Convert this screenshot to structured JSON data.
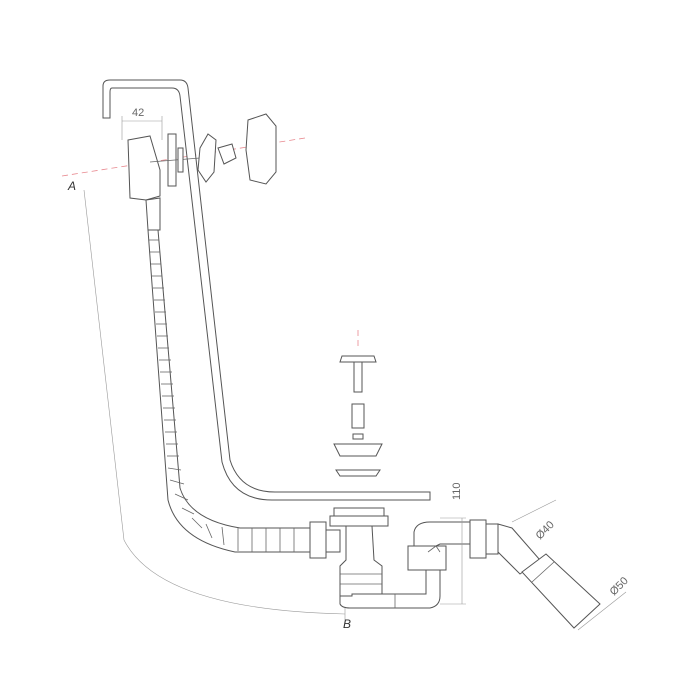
{
  "points": {
    "a": "A",
    "b": "B"
  },
  "dimensions": {
    "overflow_width": "42",
    "trap_height": "110",
    "outlet_inner": "Ø40",
    "outlet_outer": "Ø50"
  },
  "colors": {
    "line": "#555555",
    "centerline": "#e8888f",
    "dimension": "#999999"
  }
}
